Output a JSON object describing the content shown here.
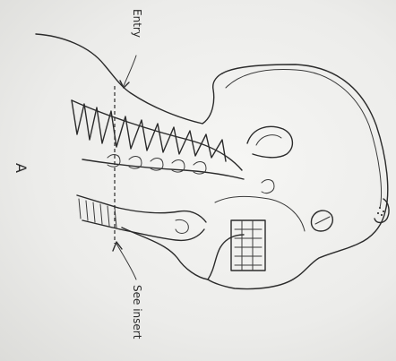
{
  "figure": {
    "labels": {
      "entry": "Entry",
      "see_insert": "See insert"
    },
    "letter": "A"
  }
}
